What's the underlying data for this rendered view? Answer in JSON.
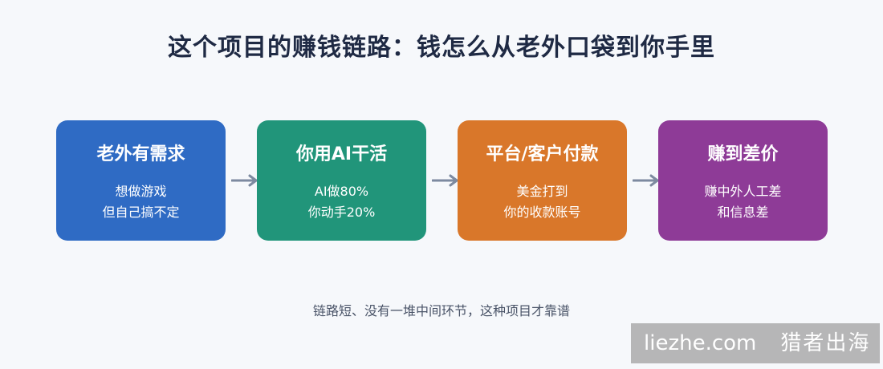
{
  "title": "这个项目的赚钱链路：钱怎么从老外口袋到你手里",
  "steps": [
    {
      "title": "老外有需求",
      "line1": "想做游戏",
      "line2": "但自己搞不定",
      "color": "#2f6bc4"
    },
    {
      "title": "你用AI干活",
      "line1": "AI做80%",
      "line2": "你动手20%",
      "color": "#21957a"
    },
    {
      "title": "平台/客户付款",
      "line1": "美金打到",
      "line2": "你的收款账号",
      "color": "#d9772a"
    },
    {
      "title": "赚到差价",
      "line1": "赚中外人工差",
      "line2": "和信息差",
      "color": "#8e3b97"
    }
  ],
  "arrow_color": "#7d8aa0",
  "footer": "链路短、没有一堆中间环节，这种项目才靠谱",
  "watermark": {
    "site": "liezhe.com",
    "name": "猎者出海"
  }
}
